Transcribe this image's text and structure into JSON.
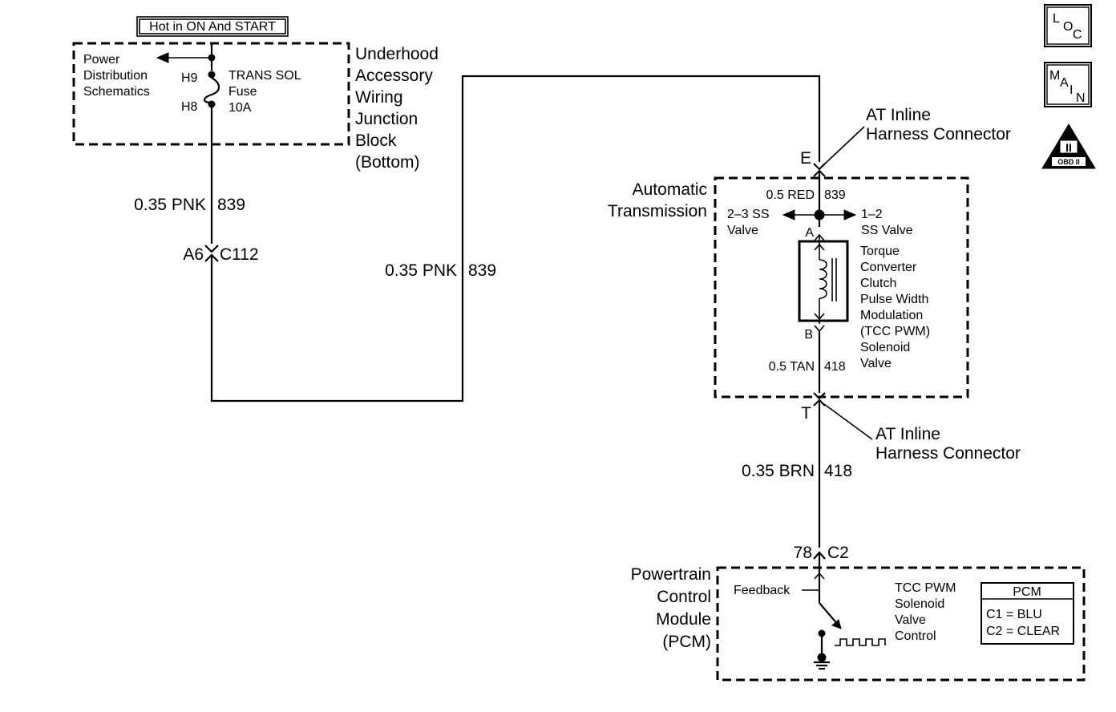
{
  "hot_label": "Hot in ON And START",
  "junction_block": {
    "power_dist": [
      "Power",
      "Distribution",
      "Schematics"
    ],
    "h9": "H9",
    "h8": "H8",
    "fuse": [
      "TRANS  SOL",
      "Fuse",
      "10A"
    ],
    "name": [
      "Underhood",
      "Accessory",
      "Wiring",
      "Junction",
      "Block",
      "(Bottom)"
    ]
  },
  "wires": {
    "w1_gauge": "0.35 PNK",
    "w1_circuit": "839",
    "w2_gauge": "0.35 PNK",
    "w2_circuit": "839",
    "w3_gauge": "0.5 RED",
    "w3_circuit": "839",
    "w4_gauge": "0.5 TAN",
    "w4_circuit": "418",
    "w5_gauge": "0.35 BRN",
    "w5_circuit": "418"
  },
  "connectors": {
    "c112_pin": "A6",
    "c112": "C112",
    "inline_top_pin": "E",
    "inline_top": [
      "AT Inline",
      "Harness Connector"
    ],
    "inline_bot_pin": "T",
    "inline_bot": [
      "AT Inline",
      "Harness Connector"
    ],
    "pcm_pin": "78",
    "pcm_conn": "C2",
    "sol_a": "A",
    "sol_b": "B"
  },
  "transmission": {
    "name": [
      "Automatic",
      "Transmission"
    ],
    "ss23": [
      "2–3 SS",
      "Valve"
    ],
    "ss12": [
      "1–2",
      "SS Valve"
    ],
    "solenoid": [
      "Torque",
      "Converter",
      "Clutch",
      "Pulse Width",
      "Modulation",
      "(TCC PWM)",
      "Solenoid",
      "Valve"
    ]
  },
  "pcm": {
    "name": [
      "Powertrain",
      "Control",
      "Module",
      "(PCM)"
    ],
    "feedback": "Feedback",
    "control": [
      "TCC PWM",
      "Solenoid",
      "Valve",
      "Control"
    ],
    "table_title": "PCM",
    "c1": "C1 = BLU",
    "c2": "C2 = CLEAR"
  },
  "icons": {
    "loc": [
      "L",
      "O",
      "C"
    ],
    "main": [
      "M",
      "A",
      "I",
      "N"
    ],
    "obd": [
      "II",
      "OBD II"
    ]
  }
}
